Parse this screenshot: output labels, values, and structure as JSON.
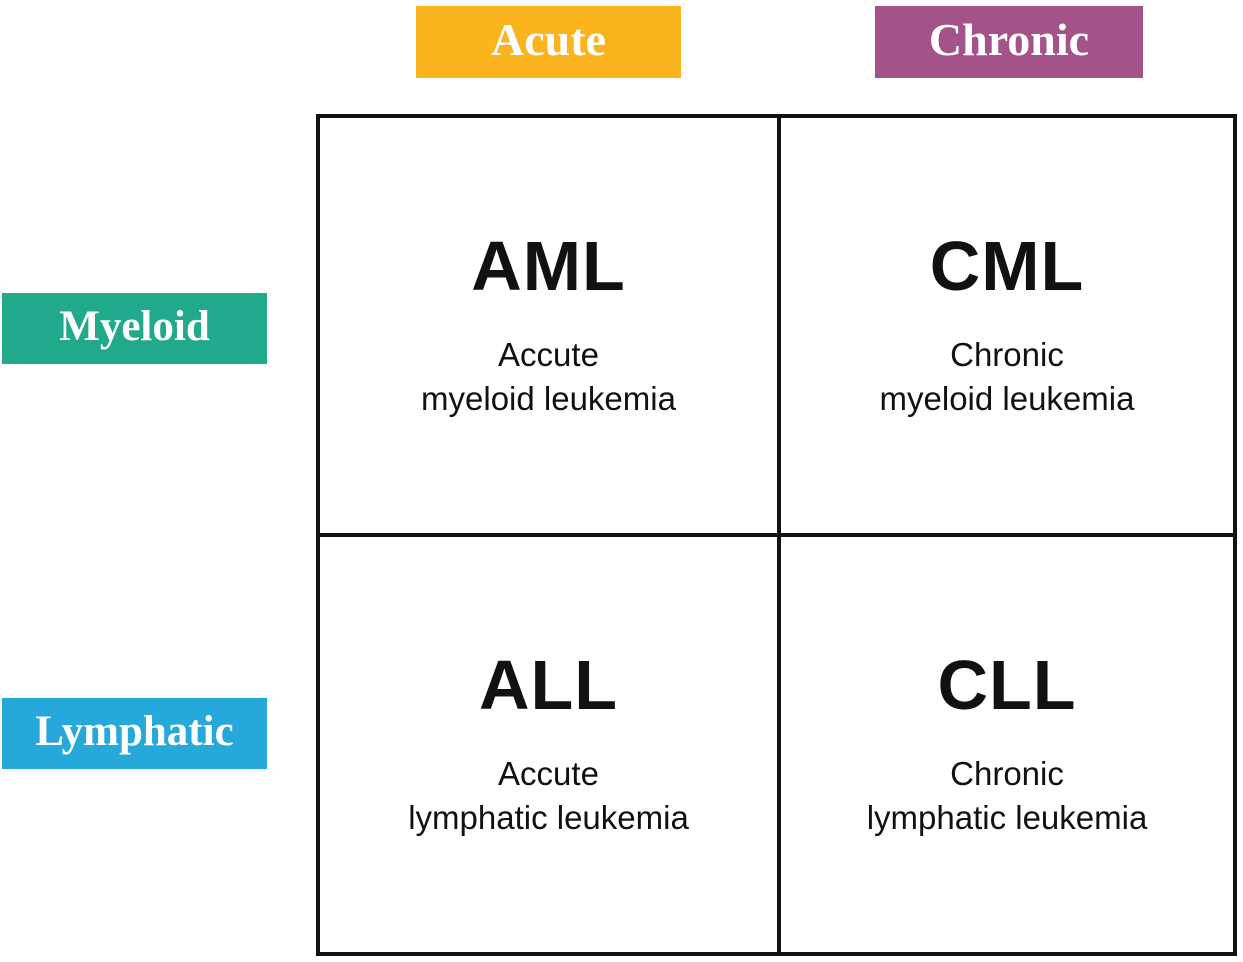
{
  "matrix": {
    "title_semantics": "Leukemia classification 2x2 matrix",
    "column_headers": [
      {
        "label": "Acute",
        "color": "#FBB41E"
      },
      {
        "label": "Chronic",
        "color": "#A3528A"
      }
    ],
    "row_headers": [
      {
        "label": "Myeloid",
        "color": "#21A98B"
      },
      {
        "label": "Lymphatic",
        "color": "#27A8DA"
      }
    ],
    "cells": [
      {
        "abbr": "AML",
        "name": "Accute\nmyeloid leukemia"
      },
      {
        "abbr": "CML",
        "name": "Chronic\nmyeloid leukemia"
      },
      {
        "abbr": "ALL",
        "name": "Accute\nlymphatic leukemia"
      },
      {
        "abbr": "CLL",
        "name": "Chronic\nlymphatic leukemia"
      }
    ],
    "border_color": "#111111",
    "text_color": "#111111",
    "background_color": "#ffffff"
  }
}
